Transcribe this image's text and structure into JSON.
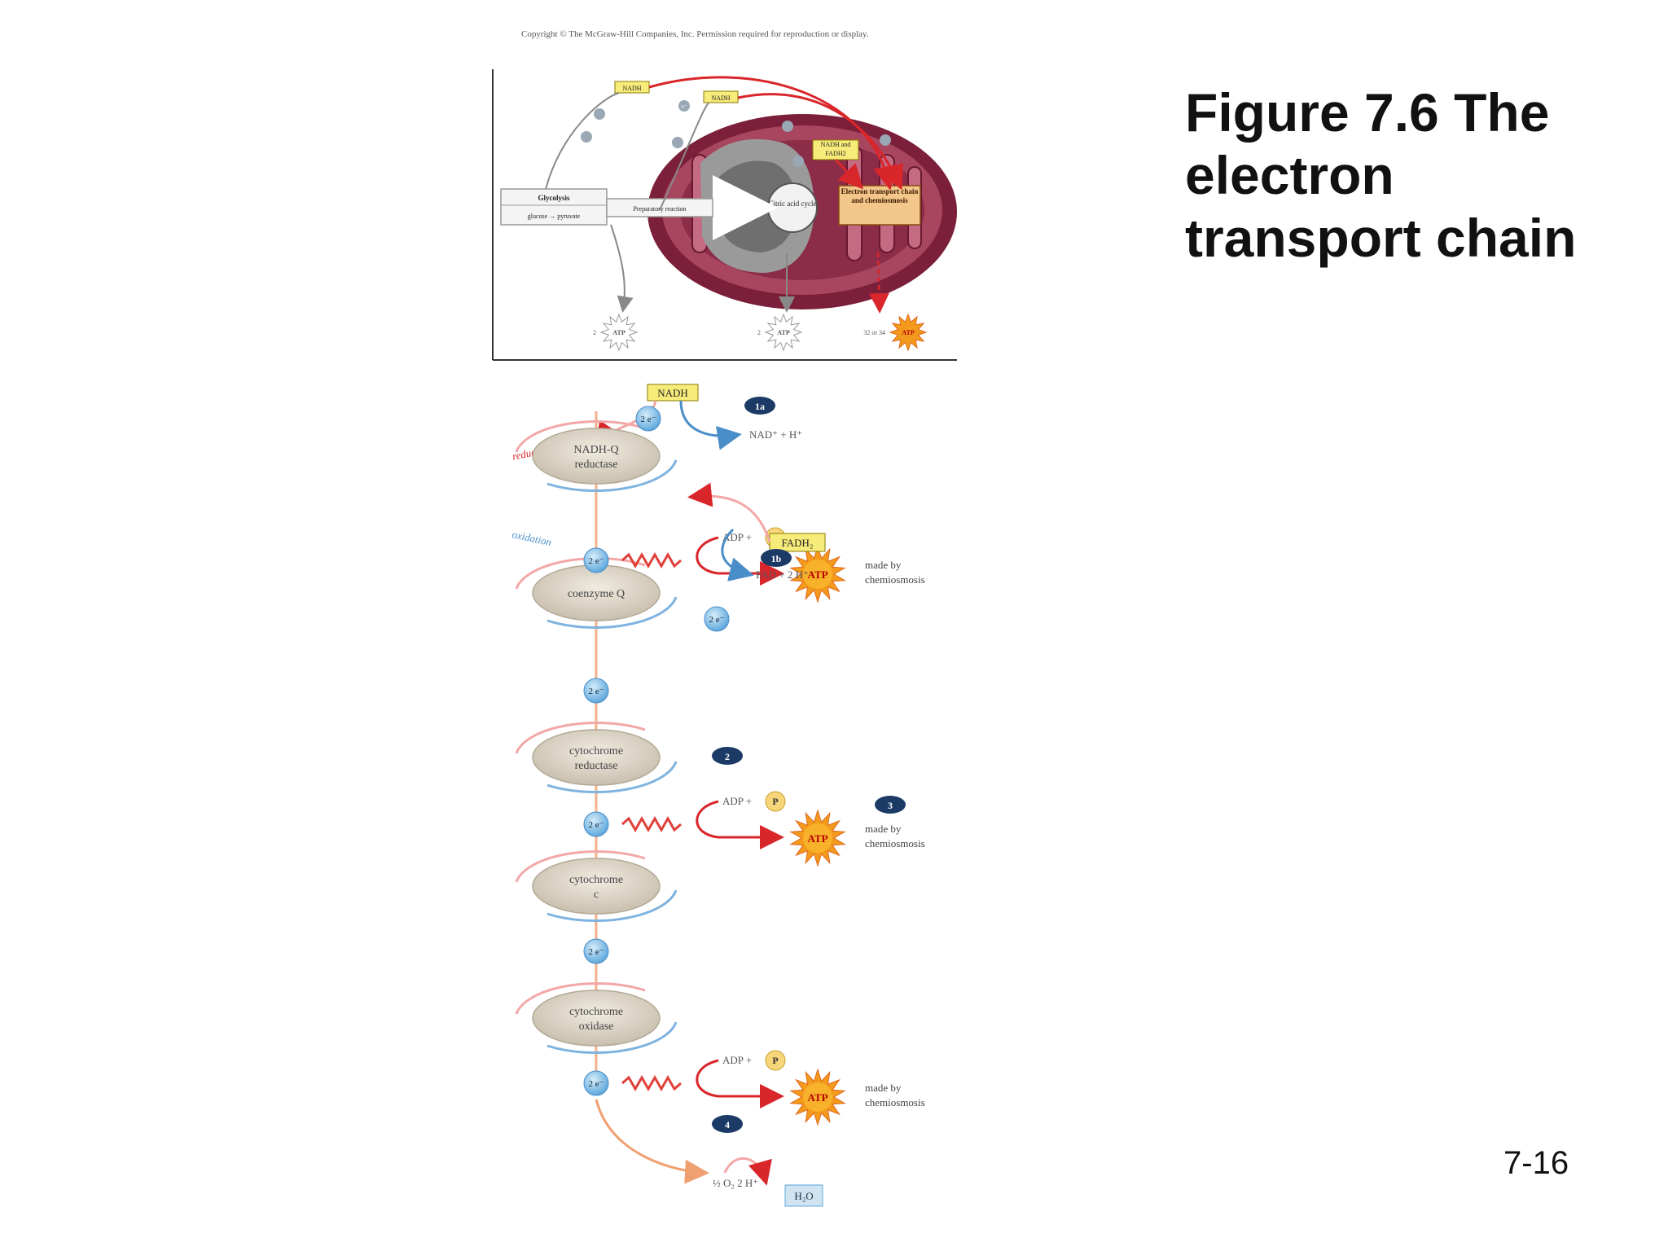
{
  "slide": {
    "title_lines": [
      "Figure 7.6 The",
      "electron",
      "transport chain"
    ],
    "page_number": "7-16",
    "copyright": "Copyright © The McGraw-Hill Companies, Inc. Permission required for reproduction or display."
  },
  "overview": {
    "glycolysis_label": "Glycolysis",
    "glucose_pyruvate": "glucose → pyruvate",
    "prep_reaction": "Preparatory reaction",
    "citric_acid_cycle": "Citric acid cycle",
    "etc_box": "Electron transport chain and chemiosmosis",
    "nadh_1": "NADH",
    "nadh_2": "NADH",
    "nadh_fadh2": "NADH and FADH2",
    "electron": "e⁻",
    "atp_labels": [
      "ATP",
      "ATP",
      "ATP"
    ],
    "atp_counts": [
      "2",
      "2",
      "32 or 34"
    ]
  },
  "chain": {
    "nadh": "NADH",
    "step_1a": "1a",
    "nad_plus": "NAD⁺ + H⁺",
    "reduction": "reduction",
    "oxidation": "oxidation",
    "complexes": [
      {
        "line1": "NADH-Q",
        "line2": "reductase"
      },
      {
        "line1": "coenzyme Q",
        "line2": ""
      },
      {
        "line1": "cytochrome",
        "line2": "reductase"
      },
      {
        "line1": "cytochrome",
        "line2": "c"
      },
      {
        "line1": "cytochrome",
        "line2": "oxidase"
      }
    ],
    "electron_pair": "2 e⁻",
    "adp_plus": "ADP +",
    "phosphate": "P",
    "atp": "ATP",
    "made_by_line1": "made by",
    "made_by_line2": "chemiosmosis",
    "fadh2": "FADH₂",
    "step_1b": "1b",
    "fad_plus": "FAD + 2 H⁺",
    "step_2": "2",
    "step_3": "3",
    "step_4": "4",
    "oxygen": "½ O₂ 2 H⁺",
    "water": "H₂O"
  },
  "colors": {
    "mito_outer": "#7b1f3a",
    "mito_inner": "#a8455f",
    "complex_fill": "#d9d2c3",
    "electron_blue": "#7fc0e8",
    "arrow_red": "#d9262b",
    "arrow_blue": "#4a8ec9",
    "atp_orange": "#f39a1c",
    "step_badge": "#1b3a66",
    "nadh_box": "#f7ec7a"
  }
}
